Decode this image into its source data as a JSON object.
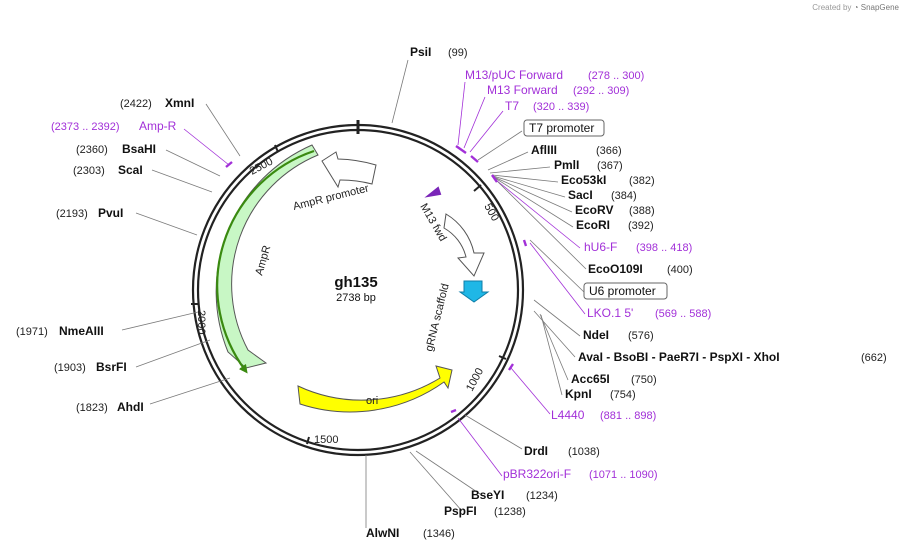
{
  "plasmid": {
    "name": "gh135",
    "size_label": "2738 bp"
  },
  "credit": {
    "created_by": "Created by",
    "brand": "SnapGene"
  },
  "ticks": [
    "500",
    "1000",
    "1500",
    "2000",
    "2500"
  ],
  "features": [
    {
      "name": "AmpR",
      "color": "#c8f7c5"
    },
    {
      "name": "AmpR promoter",
      "color": "#ffffff"
    },
    {
      "name": "M13 fwd",
      "color": "#ffffff"
    },
    {
      "name": "gRNA scaffold",
      "color": "#1fb7e6"
    },
    {
      "name": "ori",
      "color": "#ffff00"
    },
    {
      "name": "T7 promoter",
      "color": "#ffffff"
    },
    {
      "name": "U6 promoter",
      "color": "#ffffff"
    }
  ],
  "enzymes": [
    {
      "name": "PsiI",
      "pos": "(99)"
    },
    {
      "name": "AflIII",
      "pos": "(366)"
    },
    {
      "name": "PmlI",
      "pos": "(367)"
    },
    {
      "name": "Eco53kI",
      "pos": "(382)"
    },
    {
      "name": "SacI",
      "pos": "(384)"
    },
    {
      "name": "EcoRV",
      "pos": "(388)"
    },
    {
      "name": "EcoRI",
      "pos": "(392)"
    },
    {
      "name": "EcoO109I",
      "pos": "(400)"
    },
    {
      "name": "NdeI",
      "pos": "(576)"
    },
    {
      "name": "AvaI - BsoBI - PaeR7I - PspXI - XhoI",
      "pos": "(662)"
    },
    {
      "name": "Acc65I",
      "pos": "(750)"
    },
    {
      "name": "KpnI",
      "pos": "(754)"
    },
    {
      "name": "DrdI",
      "pos": "(1038)"
    },
    {
      "name": "BseYI",
      "pos": "(1234)"
    },
    {
      "name": "PspFI",
      "pos": "(1238)"
    },
    {
      "name": "AlwNI",
      "pos": "(1346)"
    },
    {
      "name": "AhdI",
      "pos": "(1823)"
    },
    {
      "name": "BsrFI",
      "pos": "(1903)"
    },
    {
      "name": "NmeAIII",
      "pos": "(1971)"
    },
    {
      "name": "PvuI",
      "pos": "(2193)"
    },
    {
      "name": "ScaI",
      "pos": "(2303)"
    },
    {
      "name": "BsaHI",
      "pos": "(2360)"
    },
    {
      "name": "XmnI",
      "pos": "(2422)"
    }
  ],
  "primers": [
    {
      "name": "M13/pUC Forward",
      "pos": "(278 .. 300)"
    },
    {
      "name": "M13 Forward",
      "pos": "(292 .. 309)"
    },
    {
      "name": "T7",
      "pos": "(320 .. 339)"
    },
    {
      "name": "hU6-F",
      "pos": "(398 .. 418)"
    },
    {
      "name": "LKO.1 5'",
      "pos": "(569 .. 588)"
    },
    {
      "name": "L4440",
      "pos": "(881 .. 898)"
    },
    {
      "name": "pBR322ori-F",
      "pos": "(1071 .. 1090)"
    },
    {
      "name": "Amp-R",
      "pos": "(2373 .. 2392)"
    }
  ],
  "colors": {
    "backbone": "#222222",
    "primer": "#a230d8",
    "leader": "#7a7a7a"
  }
}
